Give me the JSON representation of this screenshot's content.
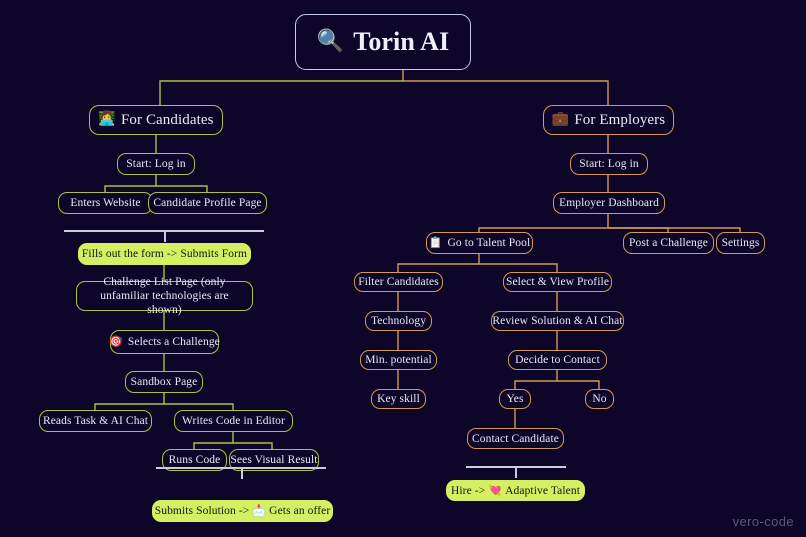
{
  "canvas": {
    "background": "#0d0629",
    "green": "#a9c23f",
    "orange": "#d39a52",
    "highlight": "#d4ef62",
    "divider": "#c9ccdd",
    "text": "#e8eaf6"
  },
  "root": {
    "icon": "magnifying-glass",
    "emoji": "🔍",
    "label": "Torin AI"
  },
  "branches": {
    "candidates": {
      "emoji": "👩‍💻",
      "label": "For Candidates",
      "nodes": {
        "start": "Start: Log in",
        "enters_website": "Enters Website",
        "profile_page": "Candidate Profile Page",
        "fills_form": "Fills out the form -> Submits Form",
        "challenge_list": "Challenge List Page (only unfamiliar technologies are shown)",
        "selects_challenge_emoji": "🎯",
        "selects_challenge": "Selects a Challenge",
        "sandbox": "Sandbox Page",
        "reads_task": "Reads Task & AI Chat",
        "writes_code": "Writes Code in Editor",
        "runs_code": "Runs Code",
        "visual_result": "Sees Visual Result",
        "submits_prefix": "Submits Solution -> ",
        "submits_emoji": "📩",
        "submits_suffix": " Gets an offer"
      }
    },
    "employers": {
      "emoji": "💼",
      "label": "For Employers",
      "nodes": {
        "start": "Start: Log in",
        "dashboard": "Employer Dashboard",
        "talent_pool_emoji": "📋",
        "talent_pool": "Go to Talent Pool",
        "post_challenge": "Post a Challenge",
        "settings": "Settings",
        "filter_candidates": "Filter Candidates",
        "technology": "Technology",
        "min_potential": "Min. potential",
        "key_skill": "Key skill",
        "select_profile": "Select & View Profile",
        "review_solution": "Review Solution & AI Chat",
        "decide_contact": "Decide to Contact",
        "yes": "Yes",
        "no": "No",
        "contact_candidate": "Contact Candidate",
        "hire_prefix": "Hire -> ",
        "hire_emoji": "💘",
        "hire_suffix": " Adaptive Talent"
      }
    }
  },
  "watermark": "vero-code"
}
